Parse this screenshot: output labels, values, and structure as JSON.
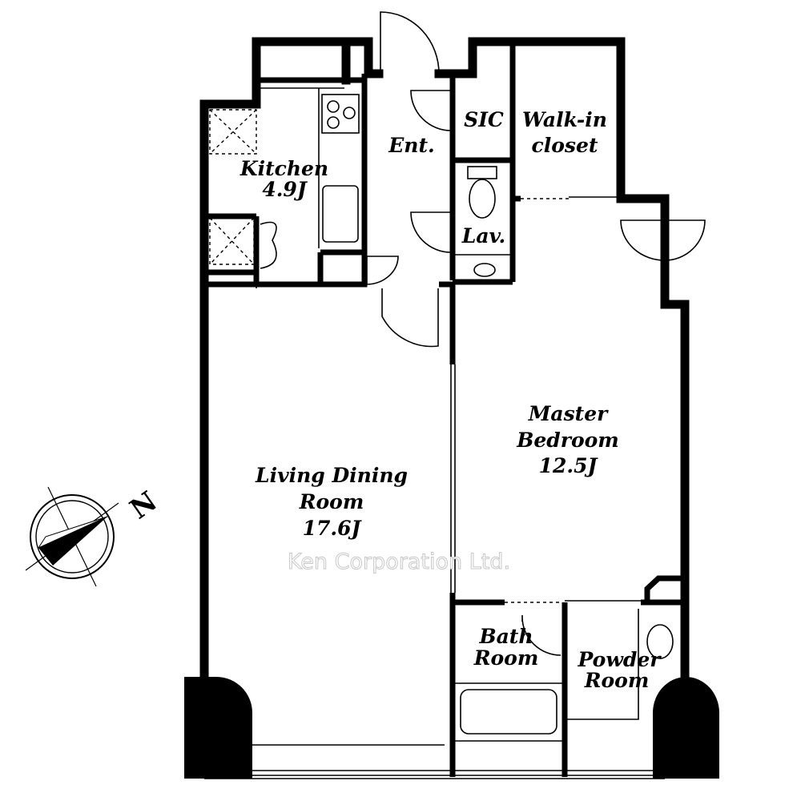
{
  "rooms": {
    "kitchen": {
      "name": "Kitchen",
      "size": "4.9J"
    },
    "entrance": {
      "name": "Ent."
    },
    "sic": {
      "name": "SIC"
    },
    "walkin": {
      "name_line1": "Walk-in",
      "name_line2": "closet"
    },
    "lavatory": {
      "name": "Lav."
    },
    "living": {
      "name_line1": "Living Dining",
      "name_line2": "Room",
      "size": "17.6J"
    },
    "master": {
      "name_line1": "Master",
      "name_line2": "Bedroom",
      "size": "12.5J"
    },
    "bath": {
      "name_line1": "Bath",
      "name_line2": "Room"
    },
    "powder": {
      "name_line1": "Powder",
      "name_line2": "Room"
    }
  },
  "compass": {
    "label": "N"
  },
  "watermark": "Ken Corporation Ltd."
}
